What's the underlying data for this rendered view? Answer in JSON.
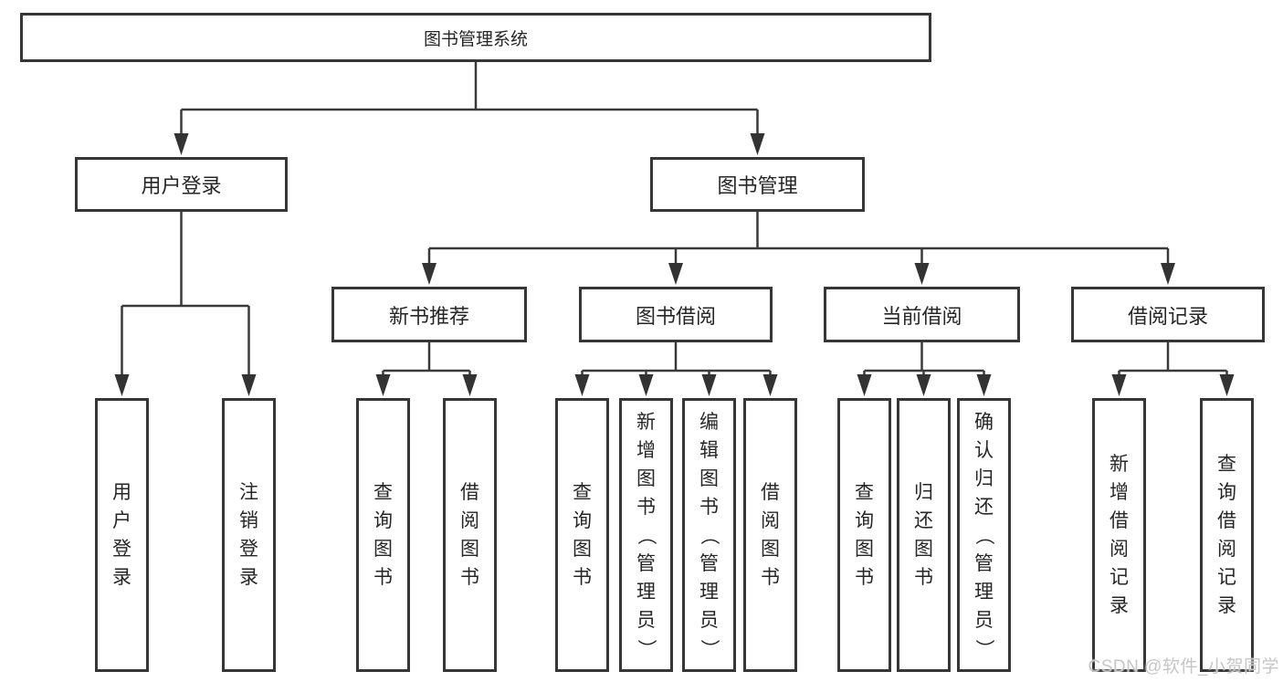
{
  "nodes": {
    "root": "图书管理系统",
    "level2": [
      "用户登录",
      "图书管理"
    ],
    "level3": [
      "新书推荐",
      "图书借阅",
      "当前借阅",
      "借阅记录"
    ],
    "leaves": [
      "用户登录",
      "注销登录",
      "查询图书",
      "借阅图书",
      "查询图书",
      "新增图书（管理员）",
      "编辑图书（管理员）",
      "借阅图书",
      "查询图书",
      "归还图书",
      "确认归还（管理员）",
      "新增借阅记录",
      "查询借阅记录"
    ]
  },
  "hierarchy": {
    "图书管理系统": [
      "用户登录",
      "图书管理"
    ],
    "用户登录": [
      "用户登录",
      "注销登录"
    ],
    "图书管理": [
      "新书推荐",
      "图书借阅",
      "当前借阅",
      "借阅记录"
    ],
    "新书推荐": [
      "查询图书",
      "借阅图书"
    ],
    "图书借阅": [
      "查询图书",
      "新增图书（管理员）",
      "编辑图书（管理员）",
      "借阅图书"
    ],
    "当前借阅": [
      "查询图书",
      "归还图书",
      "确认归还（管理员）"
    ],
    "借阅记录": [
      "新增借阅记录",
      "查询借阅记录"
    ]
  },
  "watermark": "CSDN @软件_小贺同学",
  "colors": {
    "line": "#3a3a3a",
    "border": "#363636",
    "text": "#262626",
    "watermark": "#c6c6c6",
    "background": "#ffffff"
  }
}
